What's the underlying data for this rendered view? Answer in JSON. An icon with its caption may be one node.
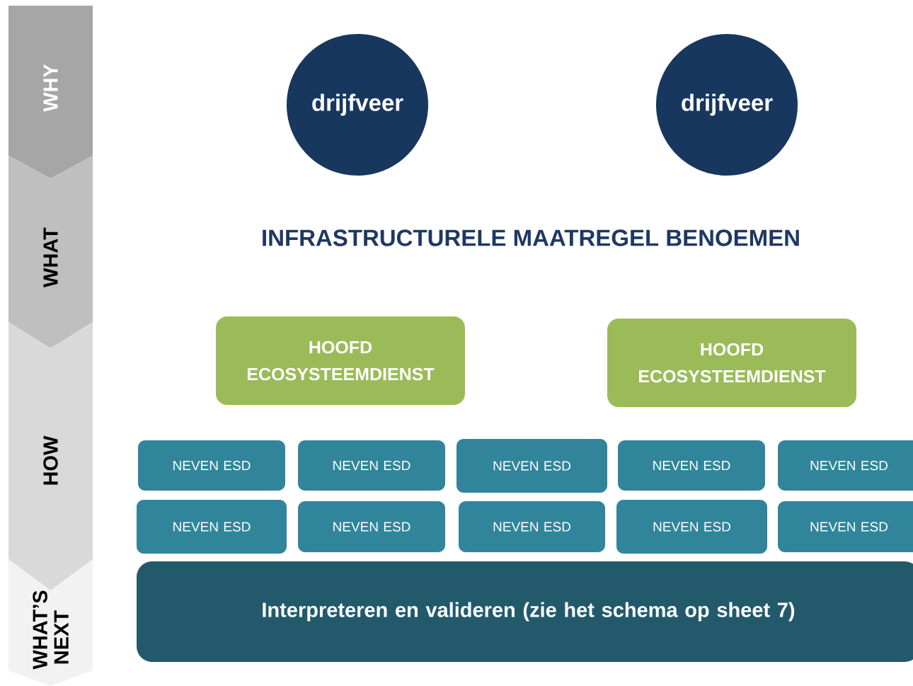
{
  "diagram": {
    "nodes": [
      {
        "text": [
          "WHY"
        ]
      },
      {
        "text": [
          "WHAT"
        ]
      },
      {
        "text": [
          "HOW"
        ]
      },
      {
        "text": [
          "WHAT’S NEXT"
        ]
      },
      {
        "text": [
          "drijfveer"
        ]
      },
      {
        "text": [
          "drijfveer"
        ]
      },
      {
        "text": [
          "HOOFD ECOSYSTEEMDIENST"
        ]
      },
      {
        "text": [
          "HOOFD ECOSYSTEEMDIENST"
        ]
      },
      {
        "text": [
          "NEVEN ESD"
        ]
      },
      {
        "text": [
          "NEVEN ESD"
        ]
      },
      {
        "text": [
          "NEVEN ESD"
        ]
      },
      {
        "text": [
          "NEVEN ESD"
        ]
      },
      {
        "text": [
          "NEVEN ESD"
        ]
      },
      {
        "text": [
          "NEVEN ESD"
        ]
      },
      {
        "text": [
          "NEVEN ESD"
        ]
      },
      {
        "text": [
          "NEVEN ESD"
        ]
      },
      {
        "text": [
          "NEVEN ESD"
        ]
      },
      {
        "text": [
          "NEVEN ESD"
        ]
      },
      {
        "text": [
          "Interpreteren en valideren (zie het schema op sheet 7)"
        ]
      }
    ],
    "labels": [
      "INFRASTRUCTURELE MAATREGEL BENOEMEN"
    ]
  }
}
